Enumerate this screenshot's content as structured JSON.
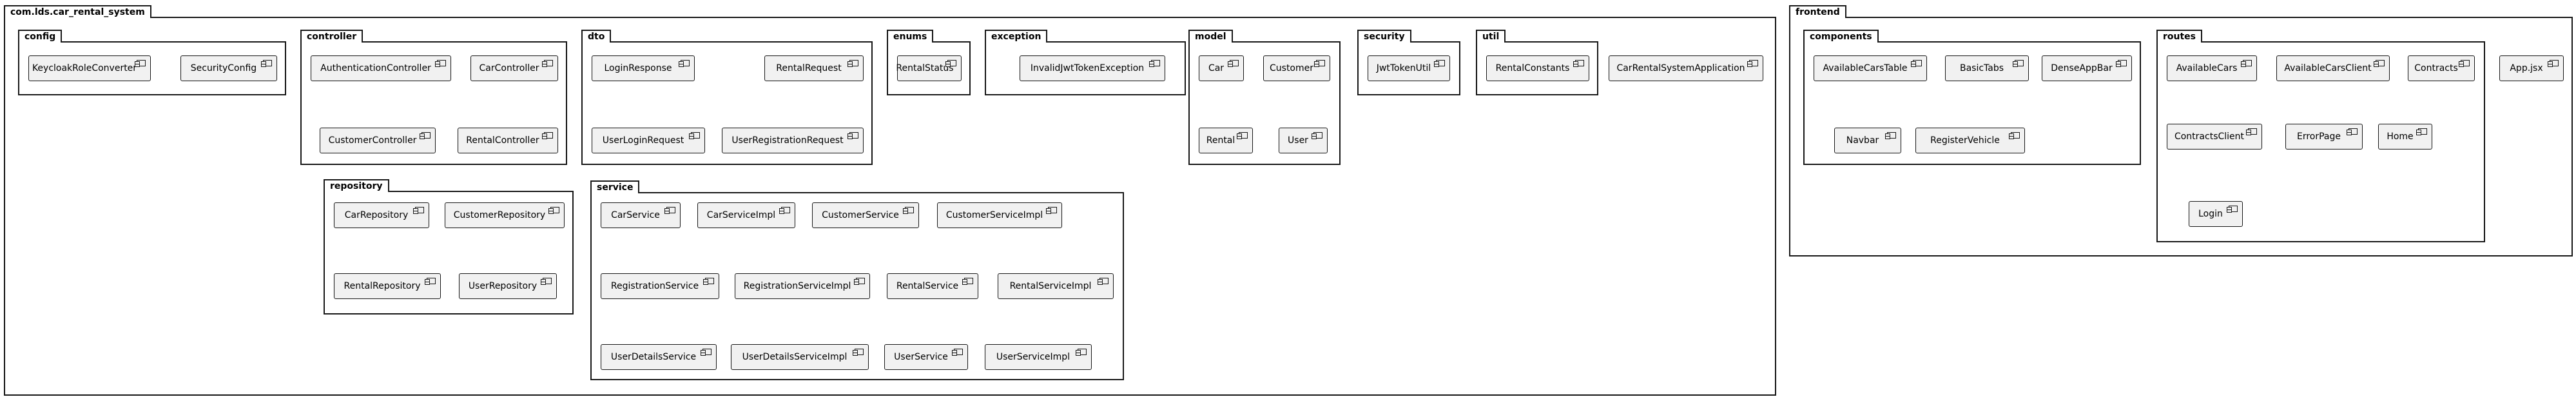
{
  "packages": {
    "root": "com.lds.car_rental_system",
    "config": "config",
    "controller": "controller",
    "dto": "dto",
    "enums": "enums",
    "exception": "exception",
    "model": "model",
    "security": "security",
    "util": "util",
    "repository": "repository",
    "service": "service",
    "frontend": "frontend",
    "components": "components",
    "routes": "routes"
  },
  "components": {
    "keycloak_role_converter": "KeycloakRoleConverter",
    "security_config": "SecurityConfig",
    "authentication_controller": "AuthenticationController",
    "car_controller": "CarController",
    "customer_controller": "CustomerController",
    "rental_controller": "RentalController",
    "login_response": "LoginResponse",
    "rental_request": "RentalRequest",
    "user_login_request": "UserLoginRequest",
    "user_registration_request": "UserRegistrationRequest",
    "rental_status": "RentalStatus",
    "invalid_jwt_token_exception": "InvalidJwtTokenException",
    "car": "Car",
    "customer": "Customer",
    "rental": "Rental",
    "user": "User",
    "jwt_token_util": "JwtTokenUtil",
    "rental_constants": "RentalConstants",
    "car_rental_system_application": "CarRentalSystemApplication",
    "car_repository": "CarRepository",
    "customer_repository": "CustomerRepository",
    "rental_repository": "RentalRepository",
    "user_repository": "UserRepository",
    "car_service": "CarService",
    "car_service_impl": "CarServiceImpl",
    "customer_service": "CustomerService",
    "customer_service_impl": "CustomerServiceImpl",
    "registration_service": "RegistrationService",
    "registration_service_impl": "RegistrationServiceImpl",
    "rental_service": "RentalService",
    "rental_service_impl": "RentalServiceImpl",
    "user_details_service": "UserDetailsService",
    "user_details_service_impl": "UserDetailsServiceImpl",
    "user_service": "UserService",
    "user_service_impl": "UserServiceImpl",
    "available_cars_table": "AvailableCarsTable",
    "basic_tabs": "BasicTabs",
    "dense_app_bar": "DenseAppBar",
    "navbar": "Navbar",
    "register_vehicle": "RegisterVehicle",
    "available_cars": "AvailableCars",
    "available_cars_client": "AvailableCarsClient",
    "contracts": "Contracts",
    "contracts_client": "ContractsClient",
    "error_page": "ErrorPage",
    "home": "Home",
    "login": "Login",
    "app_jsx": "App.jsx"
  }
}
